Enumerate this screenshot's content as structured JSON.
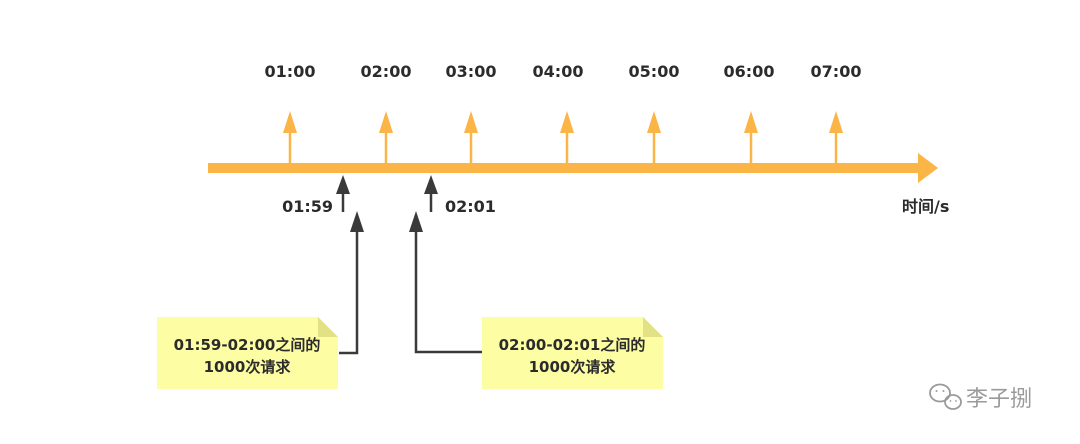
{
  "colors": {
    "axis": "#fbb547",
    "pointer": "#3a3a3a",
    "note_fill": "#fdfda4",
    "note_fold": "#e2e285",
    "text": "#2b2b2b",
    "watermark": "#9a9a9a"
  },
  "axis": {
    "unit_label": "时间/s"
  },
  "hour_ticks": [
    "01:00",
    "02:00",
    "03:00",
    "04:00",
    "05:00",
    "06:00",
    "07:00"
  ],
  "request_markers": [
    {
      "label": "01:59"
    },
    {
      "label": "02:01"
    }
  ],
  "notes": [
    {
      "line1": "01:59-02:00之间的",
      "line2": "1000次请求"
    },
    {
      "line1": "02:00-02:01之间的",
      "line2": "1000次请求"
    }
  ],
  "watermark": {
    "icon": "wechat-icon",
    "text": "李子捌"
  }
}
